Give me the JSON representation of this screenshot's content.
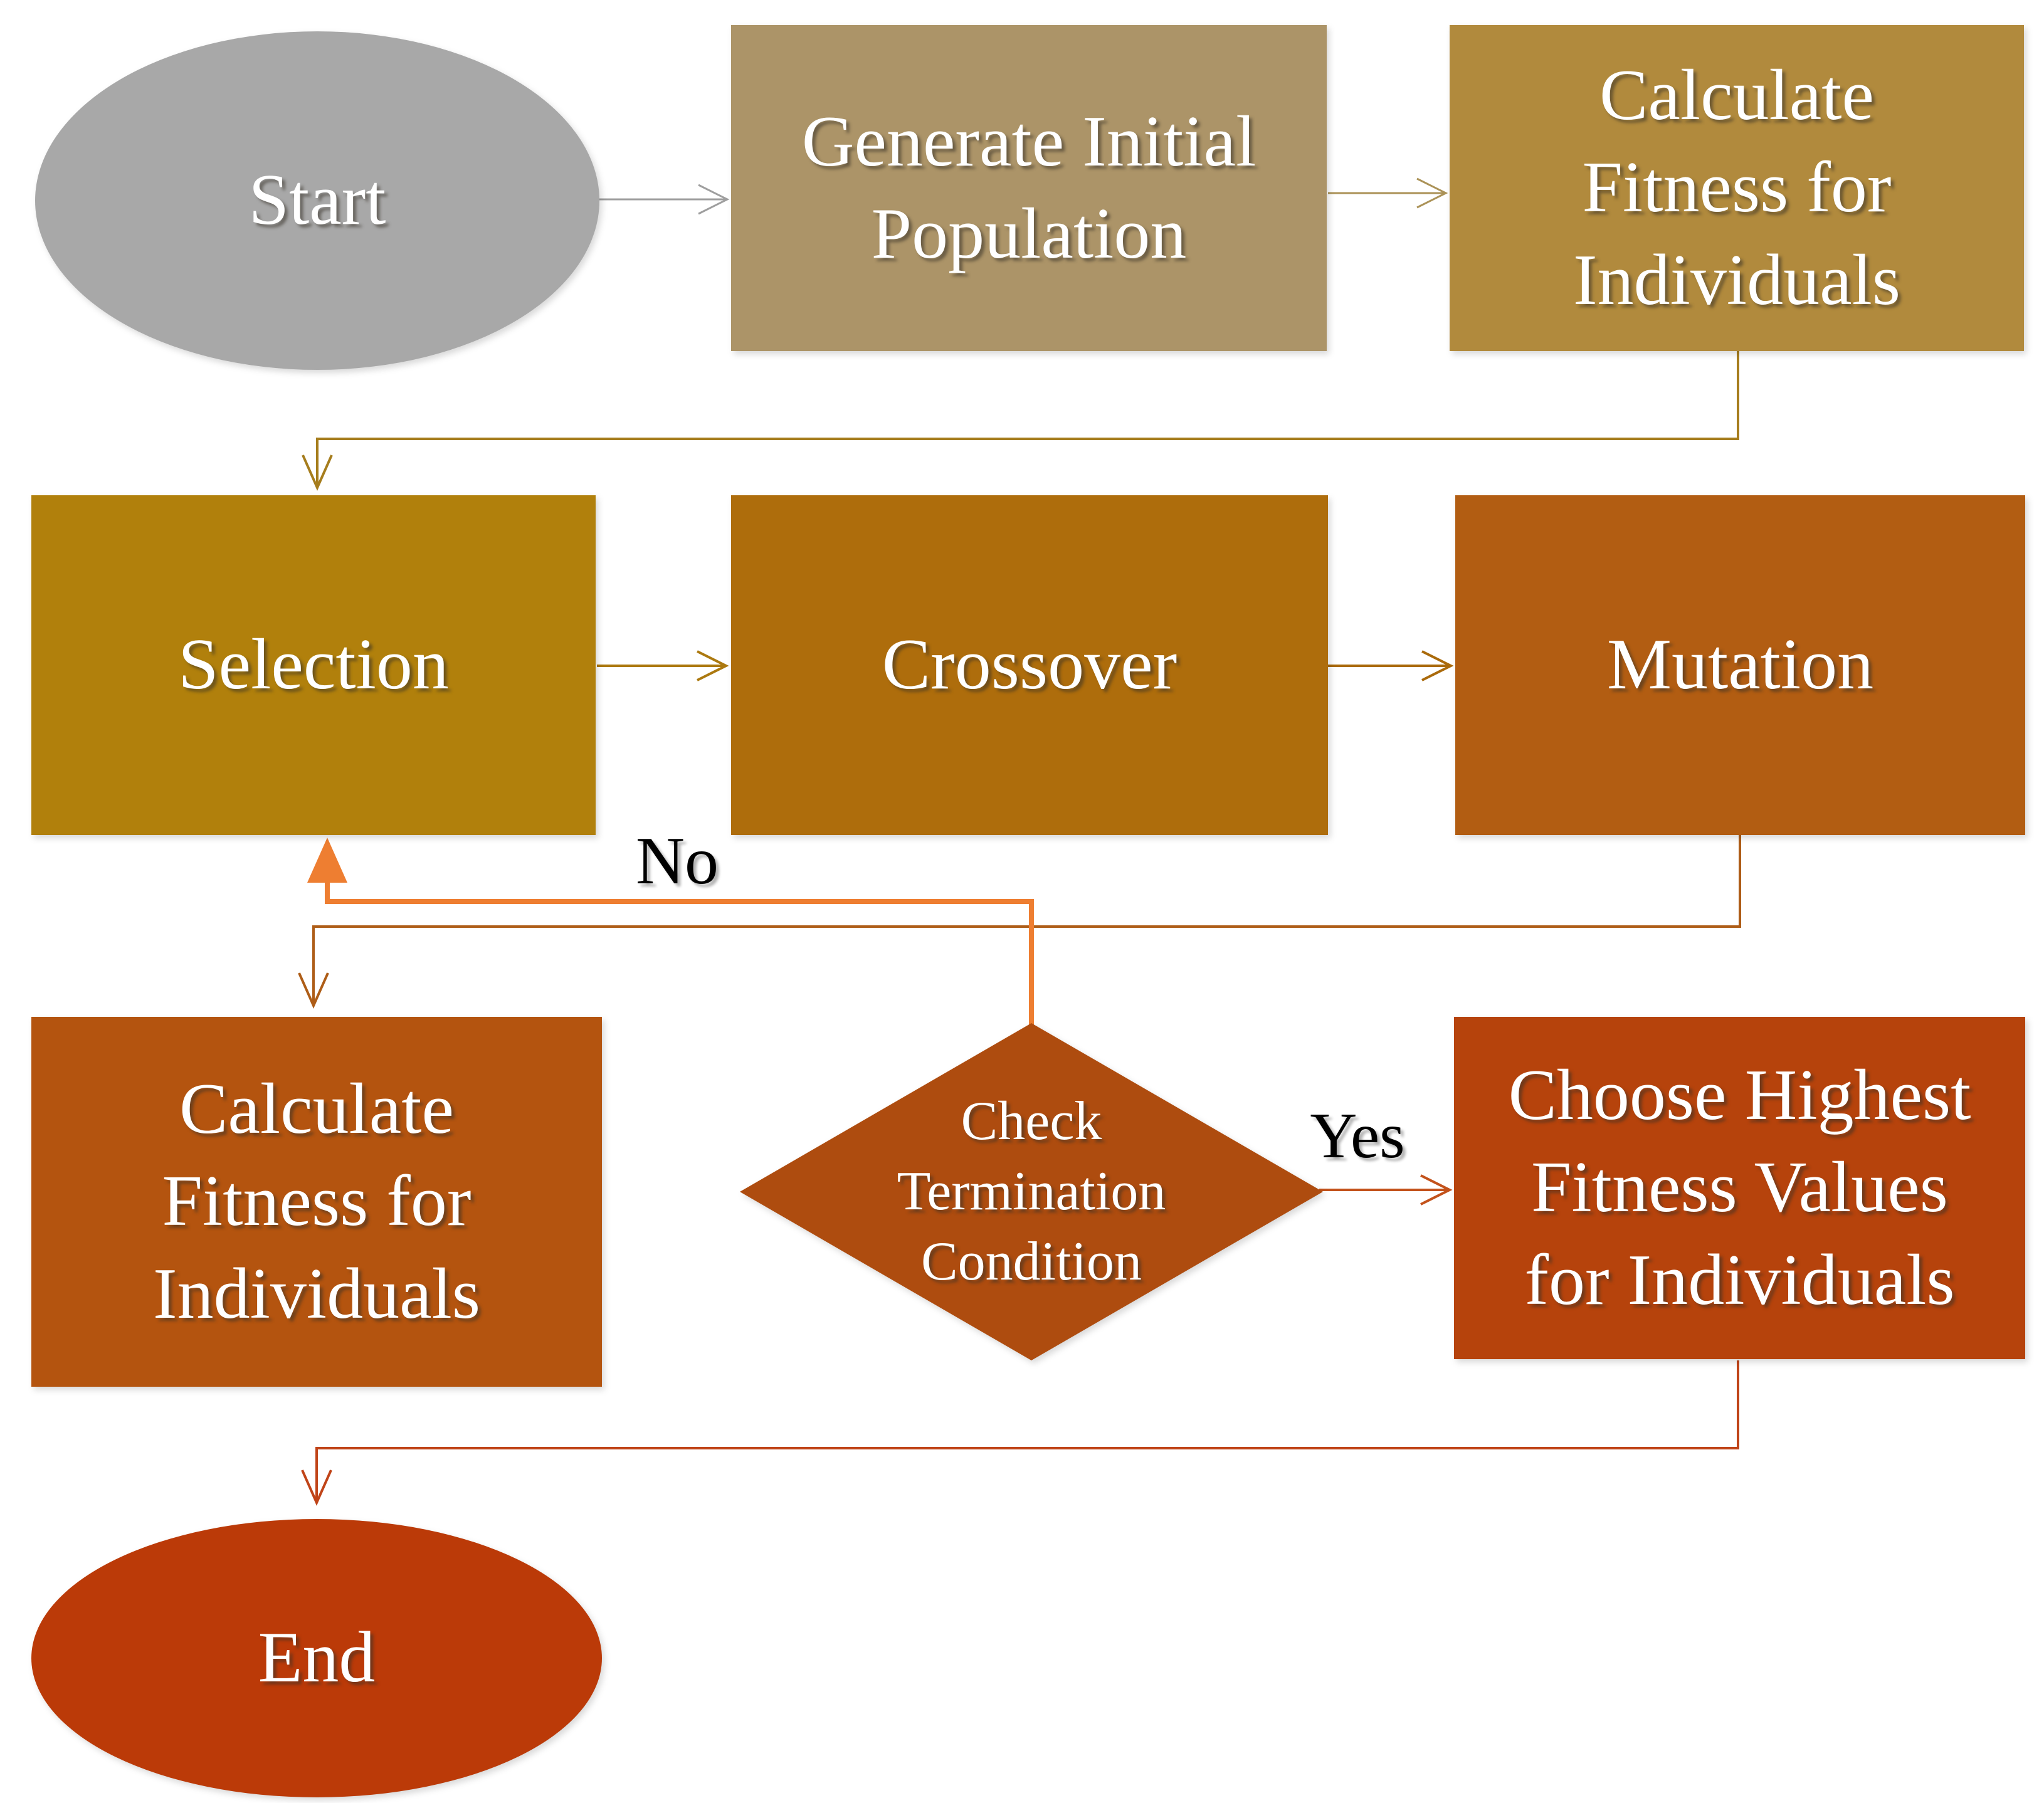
{
  "diagram": {
    "background": "#ffffff",
    "nodes": {
      "start": {
        "label": "Start",
        "shape": "ellipse",
        "fill": "#a8a8a8",
        "text_color": "#ffffff"
      },
      "generate_population": {
        "label": "Generate Initial\nPopulation",
        "shape": "rectangle",
        "fill": "#ac9468",
        "text_color": "#ffffff"
      },
      "calculate_fitness_top": {
        "label": "Calculate\nFitness for\nIndividuals",
        "shape": "rectangle",
        "fill": "#b18a3d",
        "text_color": "#ffffff"
      },
      "selection": {
        "label": "Selection",
        "shape": "rectangle",
        "fill": "#b1800c",
        "text_color": "#ffffff"
      },
      "crossover": {
        "label": "Crossover",
        "shape": "rectangle",
        "fill": "#ae6d0c",
        "text_color": "#ffffff"
      },
      "mutation": {
        "label": "Mutation",
        "shape": "rectangle",
        "fill": "#b25d12",
        "text_color": "#ffffff"
      },
      "calculate_fitness_bottom": {
        "label": "Calculate\nFitness for\nIndividuals",
        "shape": "rectangle",
        "fill": "#b4540f",
        "text_color": "#ffffff"
      },
      "check_termination": {
        "label": "Check\nTermination\nCondition",
        "shape": "diamond",
        "fill": "#ae4c0f",
        "text_color": "#ffffff"
      },
      "choose_highest": {
        "label": "Choose Highest\nFitness Values\nfor Individuals",
        "shape": "rectangle",
        "fill": "#b6430c",
        "text_color": "#ffffff"
      },
      "end": {
        "label": "End",
        "shape": "ellipse",
        "fill": "#bb3a08",
        "text_color": "#ffffff"
      }
    },
    "edges": {
      "start_to_generate": {
        "from": "start",
        "to": "generate_population",
        "color": "#9e9e9e"
      },
      "generate_to_calcfit": {
        "from": "generate_population",
        "to": "calculate_fitness_top",
        "color": "#ab9257"
      },
      "calcfit_to_selection": {
        "from": "calculate_fitness_top",
        "to": "selection",
        "color": "#a67d1d"
      },
      "selection_to_crossover": {
        "from": "selection",
        "to": "crossover",
        "color": "#ac790f"
      },
      "crossover_to_mutation": {
        "from": "crossover",
        "to": "mutation",
        "color": "#aa6a0b"
      },
      "mutation_to_calcfit": {
        "from": "mutation",
        "to": "calculate_fitness_bottom",
        "color": "#ae5d17"
      },
      "no_loop_to_selection": {
        "from": "check_termination",
        "to": "selection",
        "label": "No",
        "label_color": "#000000",
        "color": "#ee7e31"
      },
      "yes_to_choose": {
        "from": "check_termination",
        "to": "choose_highest",
        "label": "Yes",
        "label_color": "#000000",
        "color": "#c3521b"
      },
      "choose_to_end": {
        "from": "choose_highest",
        "to": "end",
        "color": "#c04418"
      }
    }
  }
}
